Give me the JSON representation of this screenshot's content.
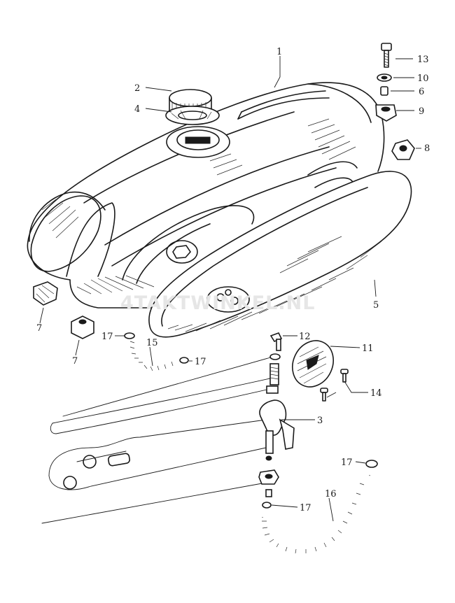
{
  "watermark": "4TAKTWINKEL.NL",
  "callouts": [
    {
      "id": "c1",
      "label": "1"
    },
    {
      "id": "c2",
      "label": "2"
    },
    {
      "id": "c4",
      "label": "4"
    },
    {
      "id": "c13",
      "label": "13"
    },
    {
      "id": "c10",
      "label": "10"
    },
    {
      "id": "c6",
      "label": "6"
    },
    {
      "id": "c9",
      "label": "9"
    },
    {
      "id": "c8",
      "label": "8"
    },
    {
      "id": "c5",
      "label": "5"
    },
    {
      "id": "c7a",
      "label": "7"
    },
    {
      "id": "c7b",
      "label": "7"
    },
    {
      "id": "c17a",
      "label": "17"
    },
    {
      "id": "c15",
      "label": "15"
    },
    {
      "id": "c17b",
      "label": "17"
    },
    {
      "id": "c12",
      "label": "12"
    },
    {
      "id": "c11",
      "label": "11"
    },
    {
      "id": "c14",
      "label": "14"
    },
    {
      "id": "c3",
      "label": "3"
    },
    {
      "id": "c17c",
      "label": "17"
    },
    {
      "id": "c17d",
      "label": "17"
    },
    {
      "id": "c16",
      "label": "16"
    }
  ]
}
